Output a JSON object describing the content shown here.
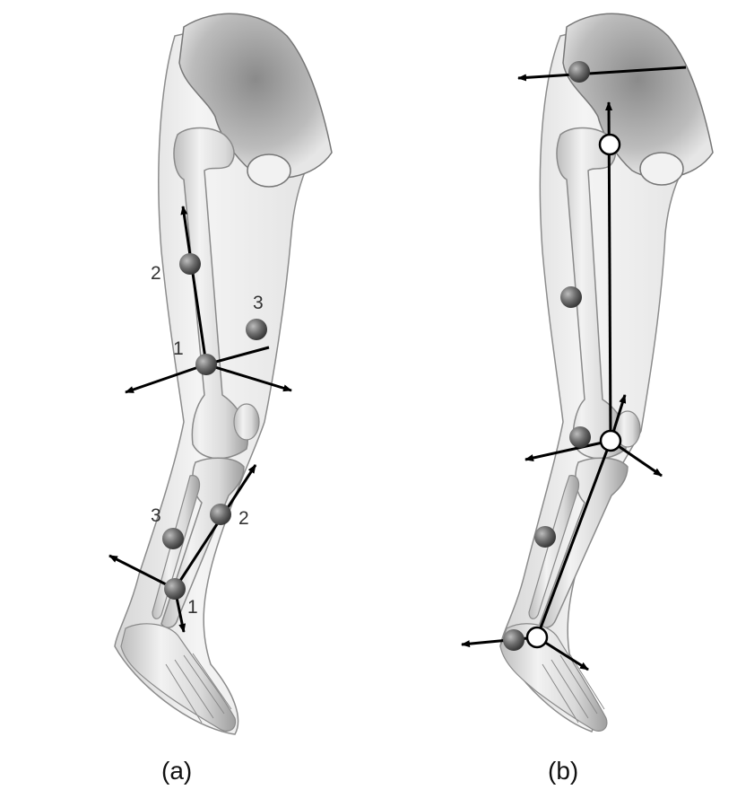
{
  "panels": [
    {
      "caption": "(a)",
      "femur_labels": {
        "l1": "1",
        "l2": "2",
        "l3": "3"
      },
      "shank_labels": {
        "l1": "1",
        "l2": "2",
        "l3": "3"
      }
    },
    {
      "caption": "(b)"
    }
  ]
}
